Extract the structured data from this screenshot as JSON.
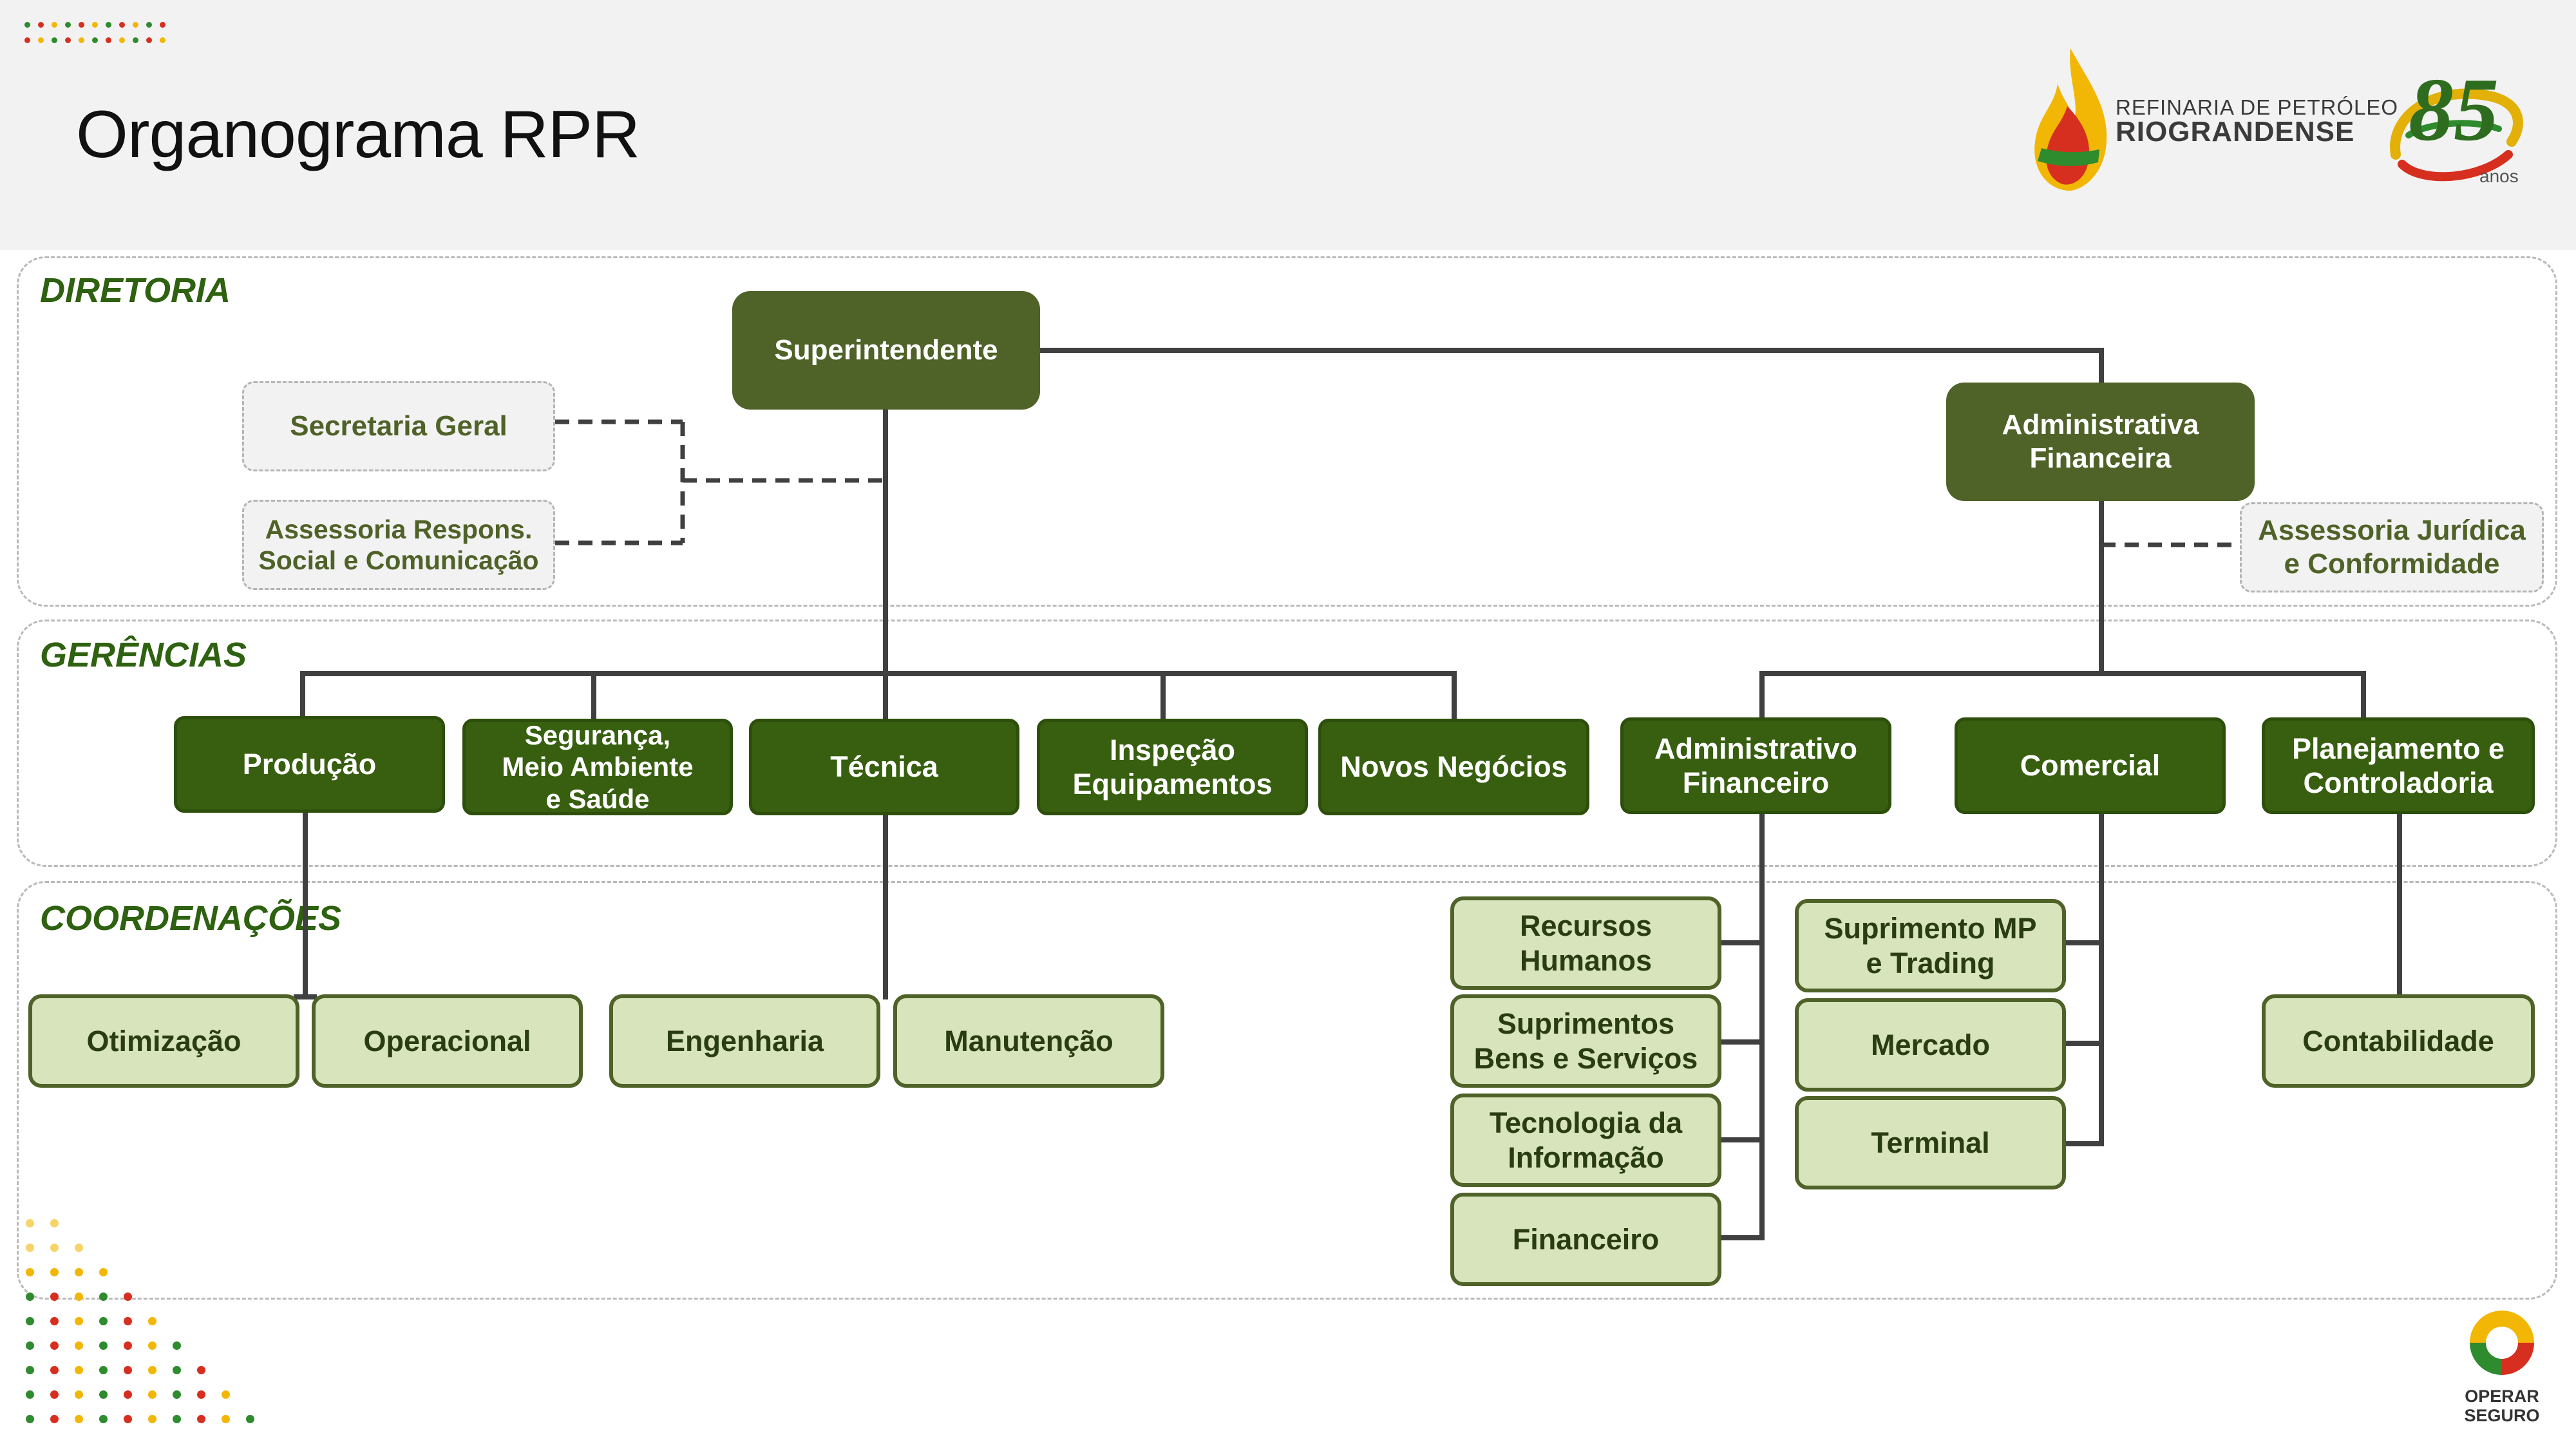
{
  "header": {
    "title": "Organograma RPR",
    "brand_line1": "REFINARIA DE PETRÓLEO",
    "brand_line2": "RIOGRANDENSE",
    "anniversary_number": "85",
    "anniversary_word": "anos",
    "safety_line1": "OPERAR",
    "safety_line2": "SEGURO"
  },
  "sections": {
    "diretoria": "DIRETORIA",
    "gerencias": "GERÊNCIAS",
    "coordenacoes": "COORDENAÇÕES"
  },
  "diretoria": {
    "superintendente": "Superintendente",
    "administrativa_financeira": "Administrativa\nFinanceira",
    "secretaria_geral": "Secretaria Geral",
    "assessoria_comunicacao": "Assessoria Respons.\nSocial e Comunicação",
    "assessoria_juridica": "Assessoria Jurídica\ne Conformidade"
  },
  "gerencias": {
    "producao": "Produção",
    "seguranca": "Segurança,\nMeio Ambiente\ne Saúde",
    "tecnica": "Técnica",
    "inspecao": "Inspeção\nEquipamentos",
    "novos_negocios": "Novos Negócios",
    "administrativo_financeiro": "Administrativo\nFinanceiro",
    "comercial": "Comercial",
    "planejamento": "Planejamento e\nControladoria"
  },
  "coordenacoes": {
    "otimizacao": "Otimização",
    "operacional": "Operacional",
    "engenharia": "Engenharia",
    "manutencao": "Manutenção",
    "recursos_humanos": "Recursos\nHumanos",
    "suprimentos": "Suprimentos\nBens e Serviços",
    "tecnologia": "Tecnologia da\nInformação",
    "financeiro": "Financeiro",
    "suprimento_mp": "Suprimento MP\ne Trading",
    "mercado": "Mercado",
    "terminal": "Terminal",
    "contabilidade": "Contabilidade"
  },
  "colors": {
    "diretoria_box": "#4f6228",
    "gerencia_box": "#375f0f",
    "coordenacao_box": "#d8e4bc",
    "section_label": "#2e6110",
    "connector": "#404040"
  }
}
